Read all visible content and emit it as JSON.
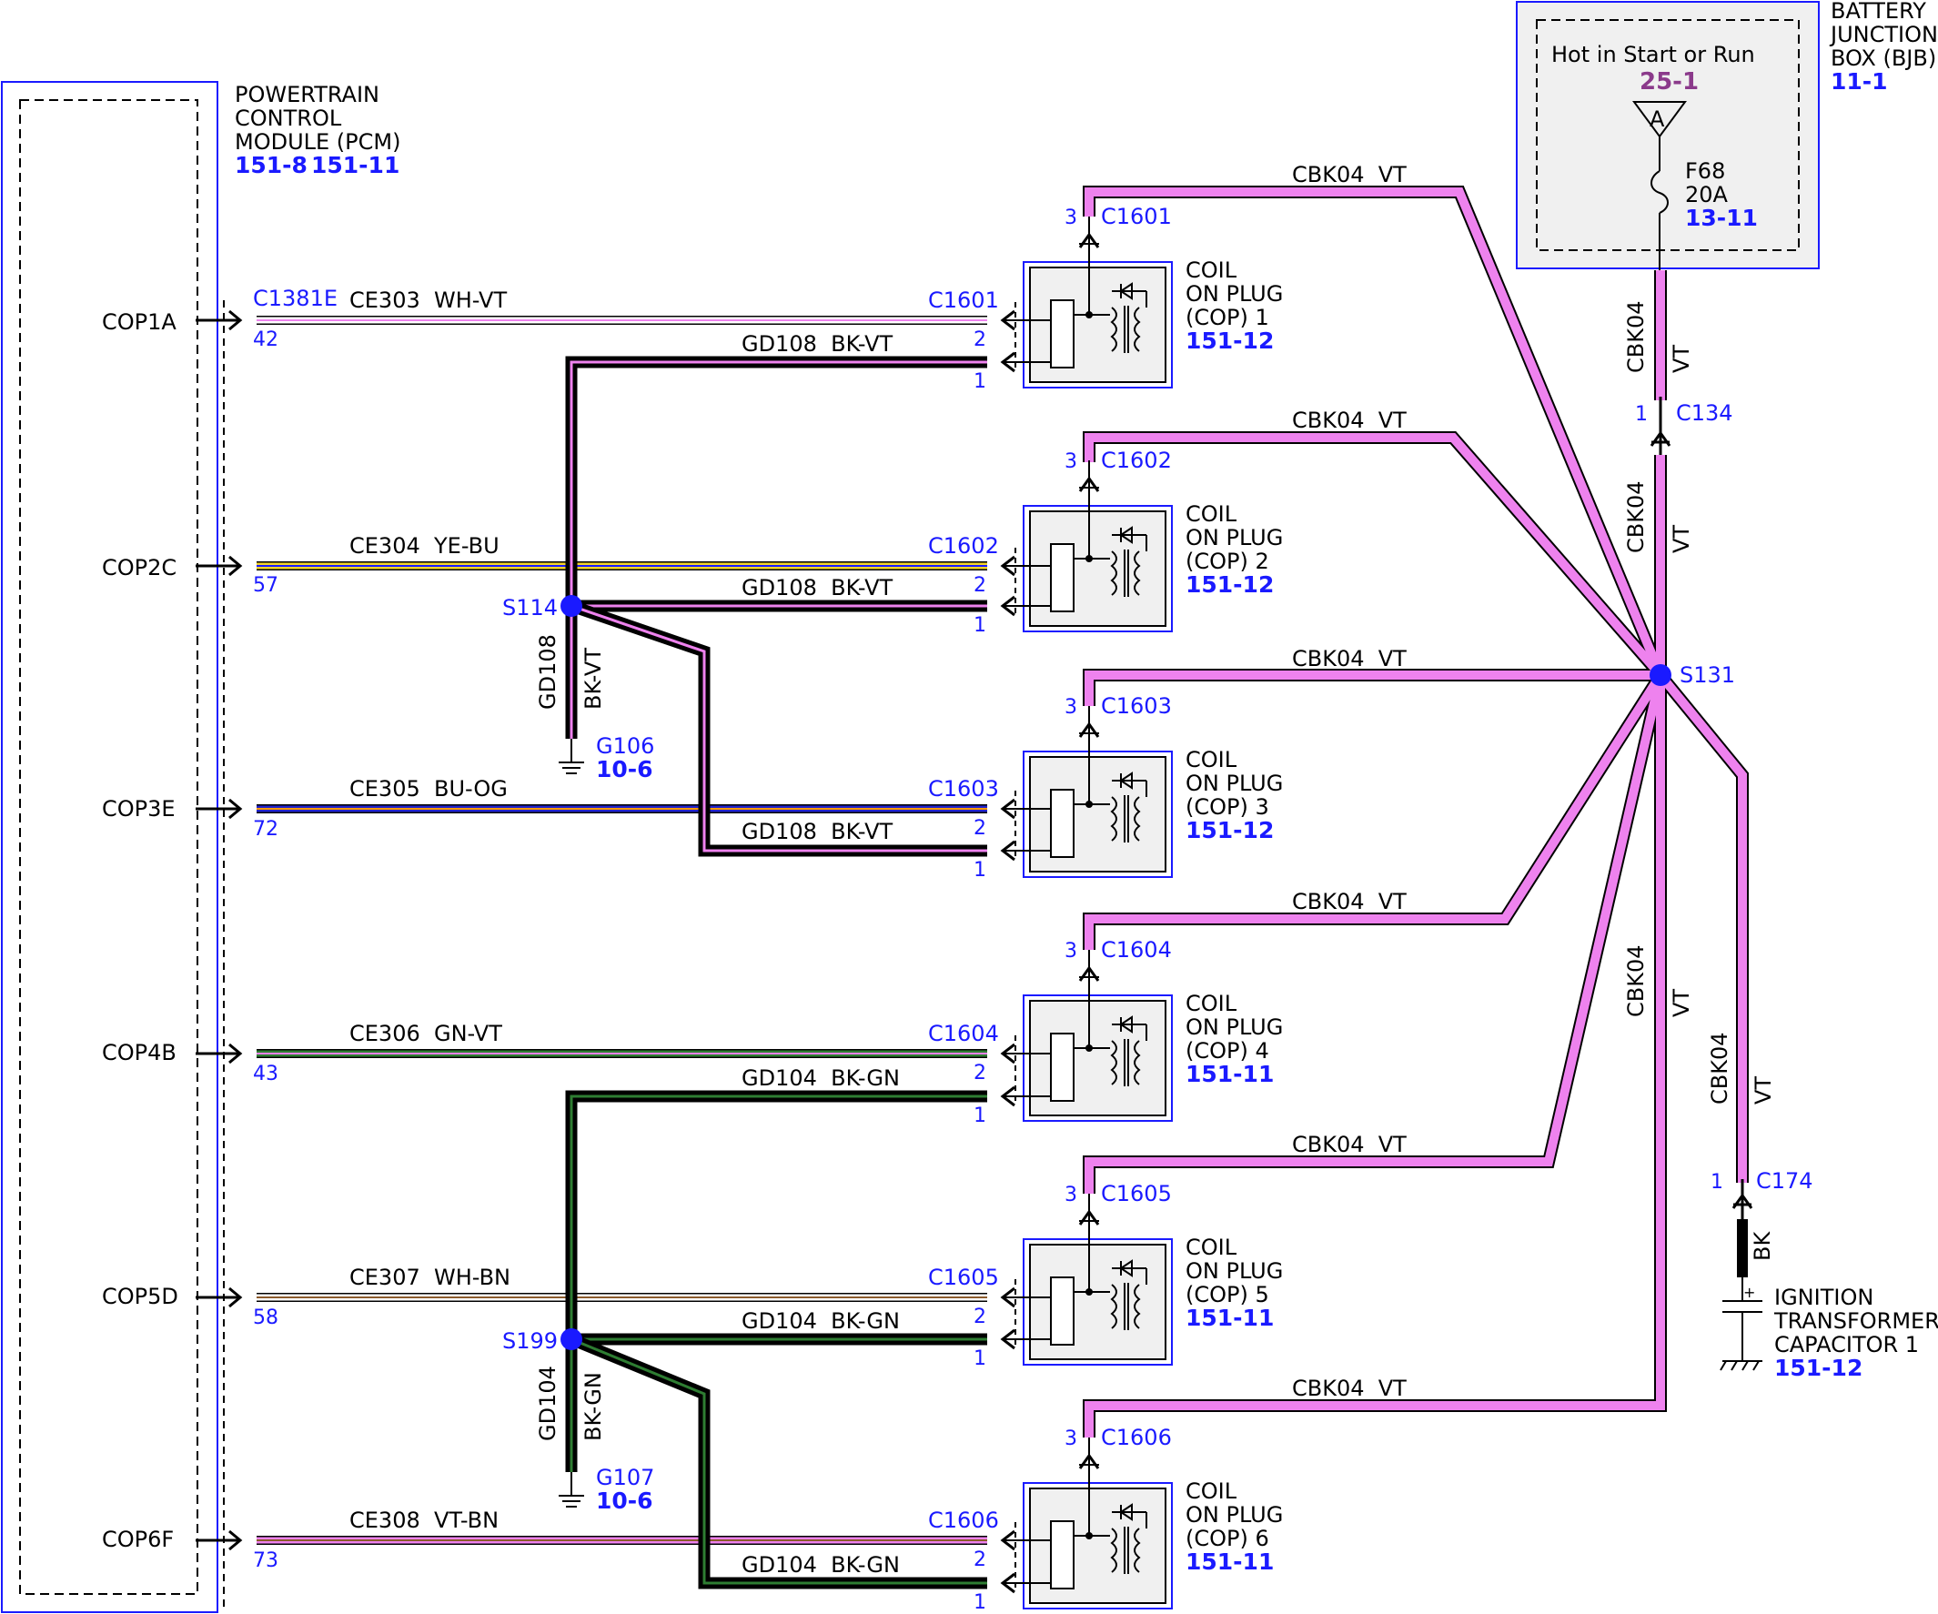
{
  "pcm": {
    "title_lines": [
      "POWERTRAIN",
      "CONTROL",
      "MODULE (PCM)"
    ],
    "refs": [
      "151-8",
      "151-11"
    ],
    "pins": [
      "COP1A",
      "COP2C",
      "COP3E",
      "COP4B",
      "COP5D",
      "COP6F"
    ],
    "connector": "C1381E",
    "pin_numbers": [
      "42",
      "57",
      "72",
      "43",
      "58",
      "73"
    ]
  },
  "signal_wires": [
    {
      "label": "CE303  WH-VT",
      "color": "#ffffff",
      "stripe": "#ee82ee"
    },
    {
      "label": "CE304  YE-BU",
      "color": "#f2d32a",
      "stripe": "#1a1aff"
    },
    {
      "label": "CE305  BU-OG",
      "color": "#2222cc",
      "stripe": "#ff9900"
    },
    {
      "label": "CE306  GN-VT",
      "color": "#2e7d32",
      "stripe": "#ee82ee"
    },
    {
      "label": "CE307  WH-BN",
      "color": "#ffffff",
      "stripe": "#8b5a2b"
    },
    {
      "label": "CE308  VT-BN",
      "color": "#ee82ee",
      "stripe": "#8b5a2b"
    }
  ],
  "coils": [
    {
      "connector": "C1601",
      "lines": [
        "COIL",
        "ON PLUG",
        "(COP) 1"
      ],
      "ref": "151-12",
      "ground_label": "GD108  BK-VT"
    },
    {
      "connector": "C1602",
      "lines": [
        "COIL",
        "ON PLUG",
        "(COP) 2"
      ],
      "ref": "151-12",
      "ground_label": "GD108  BK-VT"
    },
    {
      "connector": "C1603",
      "lines": [
        "COIL",
        "ON PLUG",
        "(COP) 3"
      ],
      "ref": "151-12",
      "ground_label": "GD108  BK-VT"
    },
    {
      "connector": "C1604",
      "lines": [
        "COIL",
        "ON PLUG",
        "(COP) 4"
      ],
      "ref": "151-11",
      "ground_label": "GD104  BK-GN"
    },
    {
      "connector": "C1605",
      "lines": [
        "COIL",
        "ON PLUG",
        "(COP) 5"
      ],
      "ref": "151-11",
      "ground_label": "GD104  BK-GN"
    },
    {
      "connector": "C1606",
      "lines": [
        "COIL",
        "ON PLUG",
        "(COP) 6"
      ],
      "ref": "151-11",
      "ground_label": "GD104  BK-GN"
    }
  ],
  "coil_pins": {
    "power": "3",
    "signal": "2",
    "ground": "1"
  },
  "power_wire_label": "CBK04  VT",
  "power_wire_vertical": {
    "circuit": "CBK04",
    "color_code": "VT"
  },
  "splices": {
    "s114": {
      "name": "S114",
      "wire_circuit": "GD108",
      "wire_color": "BK-VT",
      "ground": "G106",
      "ground_ref": "10-6"
    },
    "s199": {
      "name": "S199",
      "wire_circuit": "GD104",
      "wire_color": "BK-GN",
      "ground": "G107",
      "ground_ref": "10-6"
    },
    "s131": {
      "name": "S131"
    }
  },
  "bjb": {
    "title_lines": [
      "BATTERY",
      "JUNCTION",
      "BOX (BJB)"
    ],
    "ref": "11-1",
    "hot_label": "Hot in Start or Run",
    "hot_ref": "25-1",
    "bus_letter": "A",
    "fuse_name": "F68",
    "fuse_rating": "20A",
    "fuse_ref": "13-11"
  },
  "c134": {
    "pin": "1",
    "name": "C134"
  },
  "c174": {
    "pin": "1",
    "name": "C174"
  },
  "capacitor": {
    "lines": [
      "IGNITION",
      "TRANSFORMER",
      "CAPACITOR 1"
    ],
    "ref": "151-12",
    "wire_color": "BK",
    "polarity": "+"
  },
  "colors": {
    "violet": "#ee82ee",
    "blue_text": "#1a1aff",
    "black": "#000000",
    "green": "#2e7d32",
    "module_fill": "#f0f0f0"
  }
}
